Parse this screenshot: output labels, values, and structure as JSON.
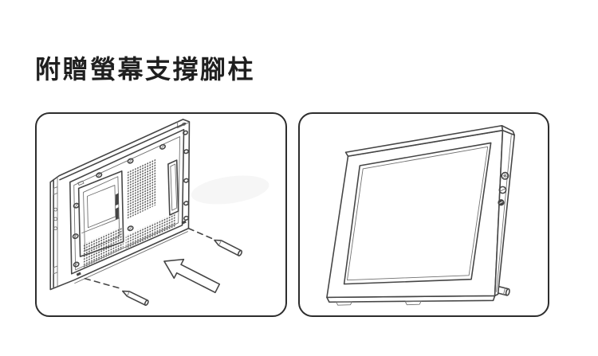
{
  "page": {
    "title": "附贈螢幕支撐腳柱"
  },
  "colors": {
    "background": "#ffffff",
    "title_text": "#1f1f1f",
    "panel_border": "#2d2d2d",
    "line_art": "#454545",
    "vent_dot": "#4a4a4a",
    "watermark": "#f3f3f3"
  },
  "figures": {
    "left_icon": "monitor-back-peg-installation-diagram",
    "right_icon": "monitor-standing-on-support-pegs-diagram"
  },
  "side_buttons": [
    "brightness-up-icon",
    "brightness-down-icon",
    "power-icon"
  ]
}
